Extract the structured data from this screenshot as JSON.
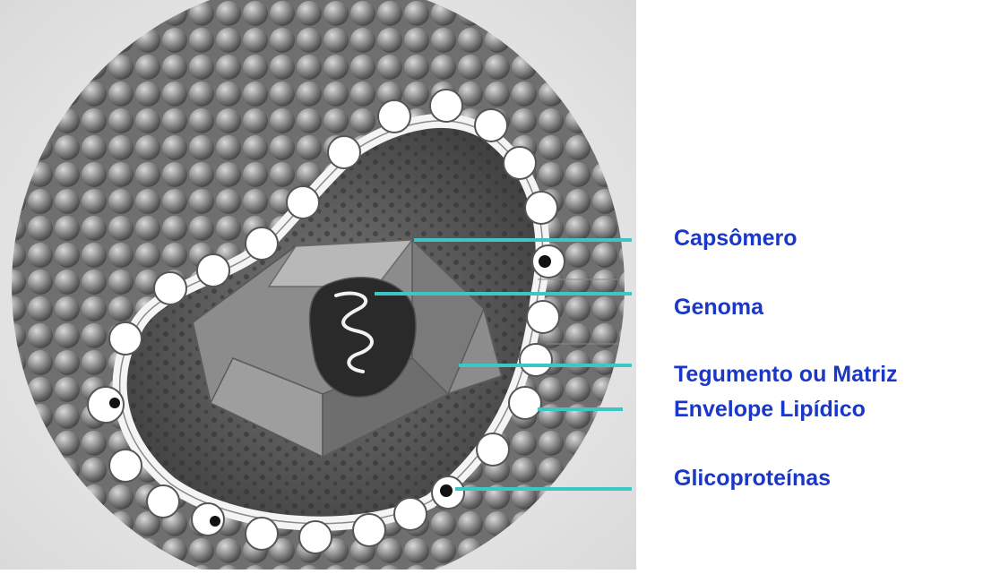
{
  "colors": {
    "label_text": "#1a37c8",
    "leader_line": "#3cc6c4",
    "background_tint": "#e9e9e9"
  },
  "labels": {
    "capsomero": "Capsômero",
    "genoma": "Genoma",
    "tegumento": "Tegumento ou Matriz",
    "envelope": "Envelope Lipídico",
    "glicoproteinas": "Glicoproteínas"
  }
}
